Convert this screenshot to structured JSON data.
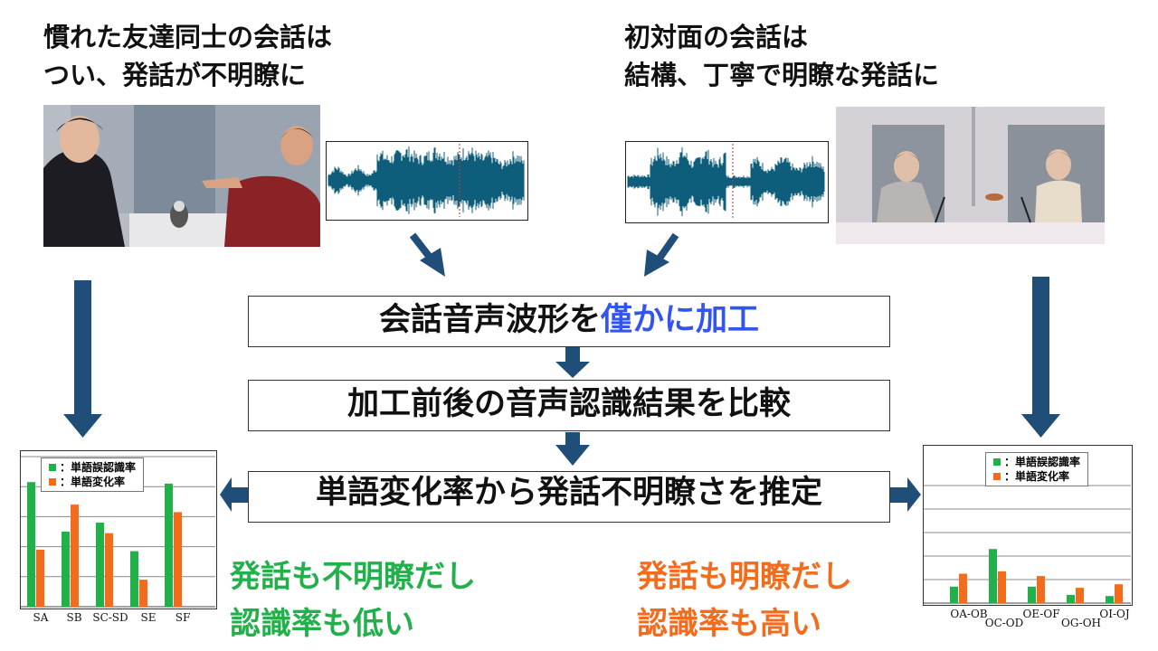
{
  "colors": {
    "arrow": "#1f4e79",
    "wave": "#0e5d7a",
    "green": "#22b04b",
    "orange": "#f36b1c",
    "accent": "#3355ee"
  },
  "left_heading": [
    "慣れた友達同士の会話は",
    "つい、発話が不明瞭に"
  ],
  "right_heading": [
    "初対面の会話は",
    "結構、丁寧で明瞭な発話に"
  ],
  "center": {
    "step1_main": "会話音声波形を",
    "step1_accent": "僅かに加工",
    "step2": "加工前後の音声認識結果を比較",
    "step3": "単語変化率から発話不明瞭さを推定"
  },
  "legend": {
    "green_label": "：単語誤認識率",
    "orange_label": "：単語変化率"
  },
  "left_conclusion": [
    "発話も不明瞭だし",
    "認識率も低い"
  ],
  "right_conclusion": [
    "発話も明瞭だし",
    "認識率も高い"
  ],
  "chart_data": [
    {
      "type": "bar",
      "categories": [
        "SA",
        "SB",
        "SC-SD",
        "SE",
        "SF"
      ],
      "series": [
        {
          "name": "単語誤認識率",
          "values": [
            0.83,
            0.5,
            0.56,
            0.37,
            0.82
          ]
        },
        {
          "name": "単語変化率",
          "values": [
            0.38,
            0.68,
            0.49,
            0.18,
            0.63
          ]
        }
      ],
      "ylim": [
        0,
        1
      ],
      "grid": true,
      "legend": "top-left"
    },
    {
      "type": "bar",
      "categories": [
        "OA-OB",
        "OC-OD",
        "OE-OF",
        "OG-OH",
        "OI-OJ"
      ],
      "series": [
        {
          "name": "単語誤認識率",
          "values": [
            0.14,
            0.46,
            0.14,
            0.07,
            0.06
          ]
        },
        {
          "name": "単語変化率",
          "values": [
            0.25,
            0.27,
            0.23,
            0.13,
            0.16
          ]
        }
      ],
      "ylim": [
        0,
        1
      ],
      "grid": true,
      "legend": "top-right"
    }
  ]
}
